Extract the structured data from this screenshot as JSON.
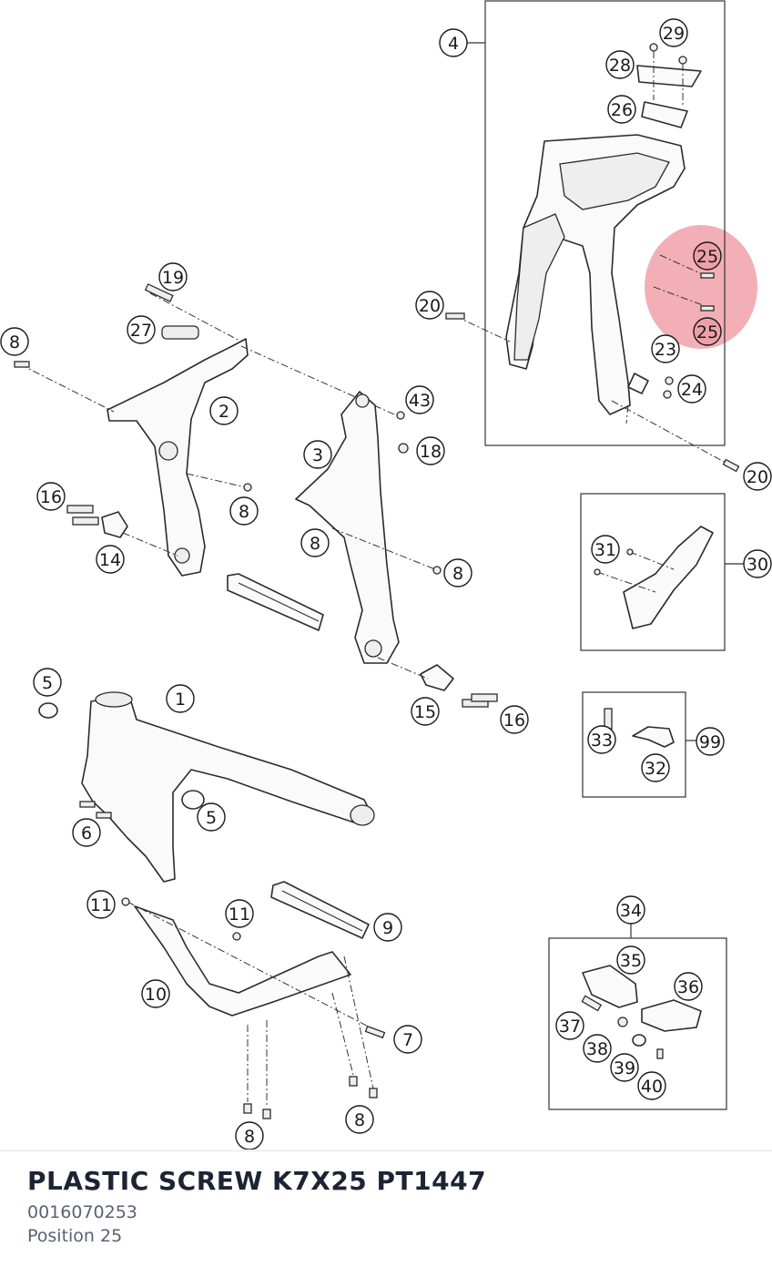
{
  "diagram": {
    "callouts": [
      "4",
      "29",
      "28",
      "26",
      "25",
      "25",
      "20",
      "23",
      "24",
      "20",
      "19",
      "27",
      "8",
      "2",
      "43",
      "18",
      "3",
      "16",
      "8",
      "14",
      "8",
      "8",
      "31",
      "30",
      "5",
      "1",
      "15",
      "16",
      "33",
      "99",
      "32",
      "6",
      "5",
      "11",
      "11",
      "9",
      "34",
      "35",
      "36",
      "10",
      "7",
      "37",
      "38",
      "39",
      "40",
      "8",
      "8"
    ],
    "highlight_position": "25",
    "highlight_color": "#e8707a"
  },
  "part": {
    "title": "PLASTIC SCREW K7X25 PT1447",
    "number": "0016070253",
    "position": "Position 25"
  }
}
